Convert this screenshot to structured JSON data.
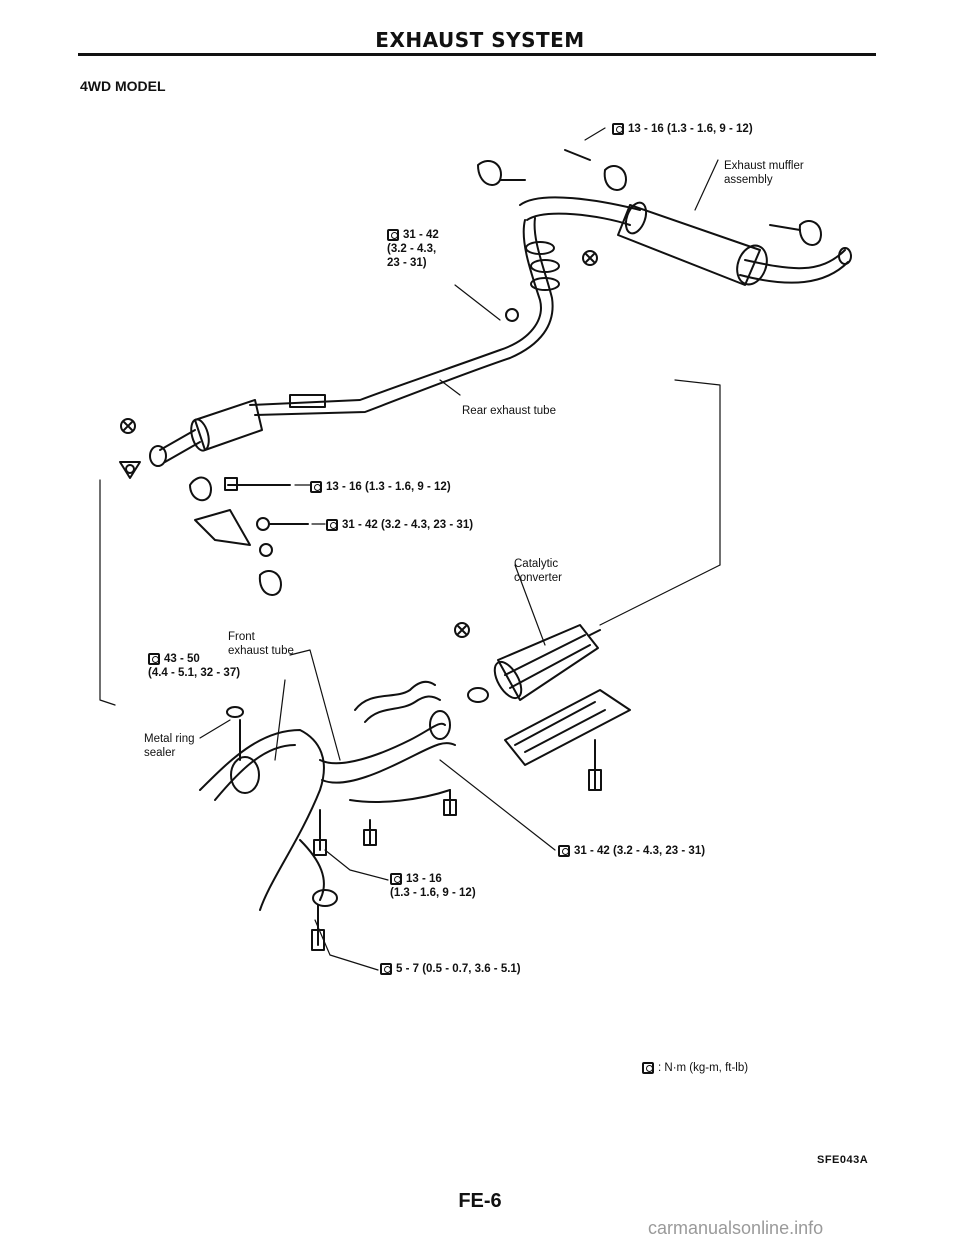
{
  "header": {
    "title": "EXHAUST SYSTEM"
  },
  "model": "4WD MODEL",
  "labels": {
    "muffler_torque": "13 - 16 (1.3 - 1.6, 9 - 12)",
    "muffler": "Exhaust muffler\nassembly",
    "hanger_torque": "31 - 42\n(3.2 - 4.3,\n23 - 31)",
    "rear_tube": "Rear exhaust tube",
    "mid_torque_1": "13 - 16 (1.3 - 1.6, 9 - 12)",
    "mid_torque_2": "31 - 42 (3.2 - 4.3, 23 - 31)",
    "catalytic": "Catalytic\nconverter",
    "front_tube": "Front\nexhaust tube",
    "front_torque": "43 - 50\n(4.4 - 5.1, 32 - 37)",
    "metal_ring": "Metal ring\nsealer",
    "cat_torque": "31 - 42 (3.2 - 4.3, 23 - 31)",
    "lower_torque_1": "13 - 16\n(1.3 - 1.6, 9 - 12)",
    "lower_torque_2": "5 - 7 (0.5 - 0.7, 3.6 - 5.1)",
    "legend": ": N·m (kg-m, ft-lb)"
  },
  "figure_code": "SFE043A",
  "page_number": "FE-6",
  "watermark": "carmanualsonline.info"
}
